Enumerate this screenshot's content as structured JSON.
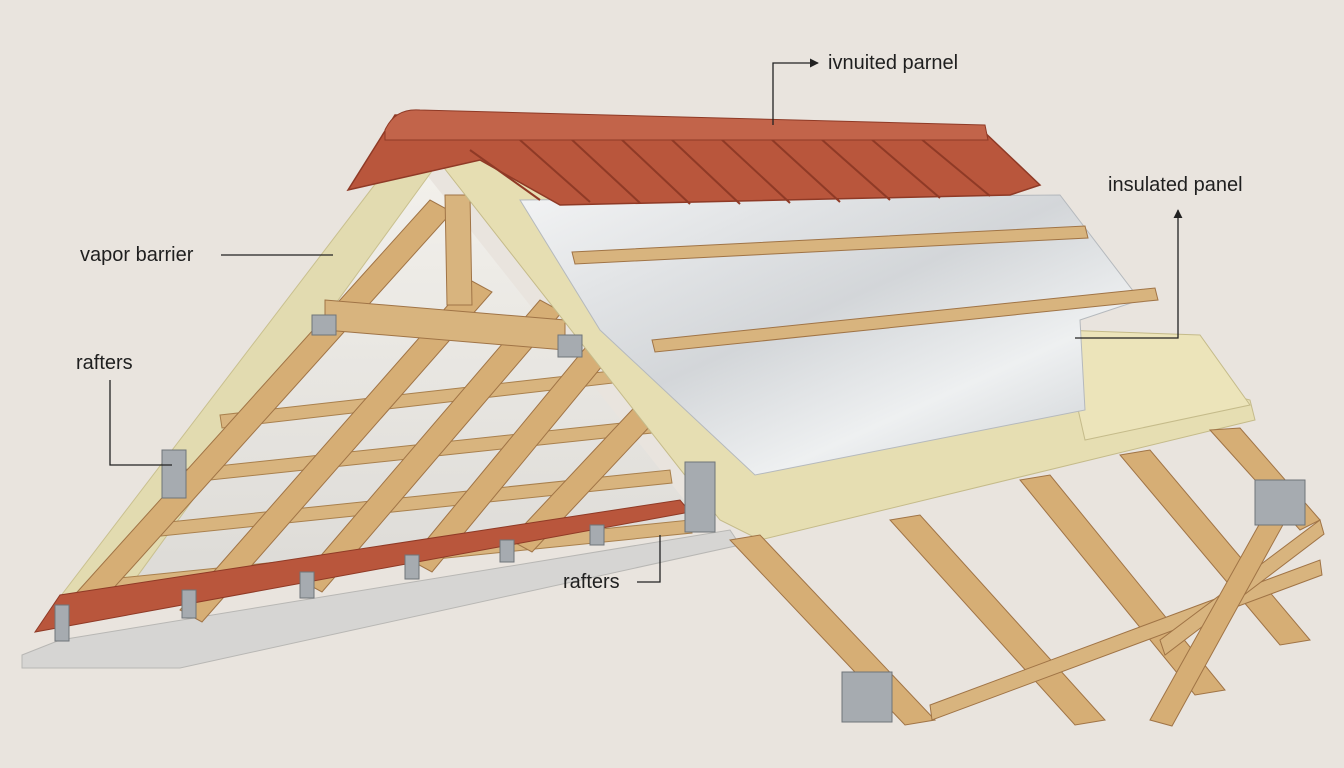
{
  "labels": {
    "top_panel": "ivnuited parnel",
    "insulated_panel": "insulated panel",
    "vapor_barrier": "vapor barrier",
    "rafters_left": "rafters",
    "rafters_bottom": "rafters"
  },
  "colors": {
    "background": "#e9e4de",
    "timber": "#d8b47e",
    "timber_dark": "#b48a55",
    "insulation": "#e4dcae",
    "foil": "#d9dcdf",
    "tile": "#b9563c",
    "tile_dark": "#8f3a26",
    "steel": "#9ea3a8",
    "leader_line": "#222222"
  },
  "icons": {
    "arrow_marker": "arrowhead-icon",
    "bracket": "steel-bracket-icon"
  }
}
